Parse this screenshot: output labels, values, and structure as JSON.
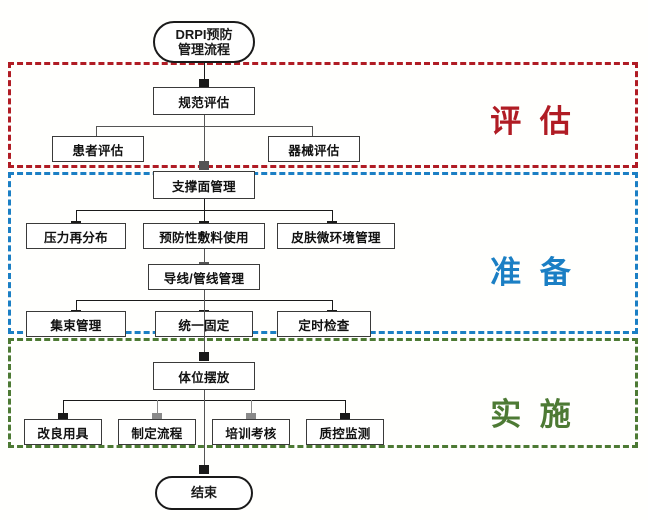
{
  "diagram": {
    "title_node": {
      "id": "start",
      "label": "DRPI预防\n管理流程",
      "line1": "DRPI预防",
      "line2": "管理流程",
      "shape": "terminator"
    },
    "end_node": {
      "id": "end",
      "label": "结束",
      "shape": "terminator"
    },
    "phases": [
      {
        "id": "assessment",
        "label": "评 估",
        "color": "#b01c24",
        "border_style": "dashed"
      },
      {
        "id": "preparation",
        "label": "准 备",
        "color": "#1b7fc4",
        "border_style": "dashed"
      },
      {
        "id": "implementation",
        "label": "实 施",
        "color": "#4d7a34",
        "border_style": "dashed"
      }
    ],
    "nodes": [
      {
        "id": "n1",
        "label": "规范评估",
        "phase": "assessment"
      },
      {
        "id": "n2",
        "label": "患者评估",
        "phase": "assessment"
      },
      {
        "id": "n3",
        "label": "器械评估",
        "phase": "assessment"
      },
      {
        "id": "n4",
        "label": "支撑面管理",
        "phase": "preparation"
      },
      {
        "id": "n5",
        "label": "压力再分布",
        "phase": "preparation"
      },
      {
        "id": "n6",
        "label": "预防性敷料使用",
        "phase": "preparation"
      },
      {
        "id": "n7",
        "label": "皮肤微环境管理",
        "phase": "preparation"
      },
      {
        "id": "n8",
        "label": "导线/管线管理",
        "phase": "preparation"
      },
      {
        "id": "n9",
        "label": "集束管理",
        "phase": "preparation"
      },
      {
        "id": "n10",
        "label": "统一固定",
        "phase": "preparation"
      },
      {
        "id": "n11",
        "label": "定时检查",
        "phase": "preparation"
      },
      {
        "id": "n12",
        "label": "体位摆放",
        "phase": "implementation"
      },
      {
        "id": "n13",
        "label": "改良用具",
        "phase": "implementation"
      },
      {
        "id": "n14",
        "label": "制定流程",
        "phase": "implementation"
      },
      {
        "id": "n15",
        "label": "培训考核",
        "phase": "implementation"
      },
      {
        "id": "n16",
        "label": "质控监测",
        "phase": "implementation"
      }
    ],
    "colors": {
      "assessment": "#b01c24",
      "preparation": "#1b7fc4",
      "implementation": "#4d7a34",
      "node_border": "#3a3a3a",
      "connector_dark": "#1a1a1a",
      "connector_gray": "#8a8a8a",
      "background": "#fffffd"
    }
  }
}
